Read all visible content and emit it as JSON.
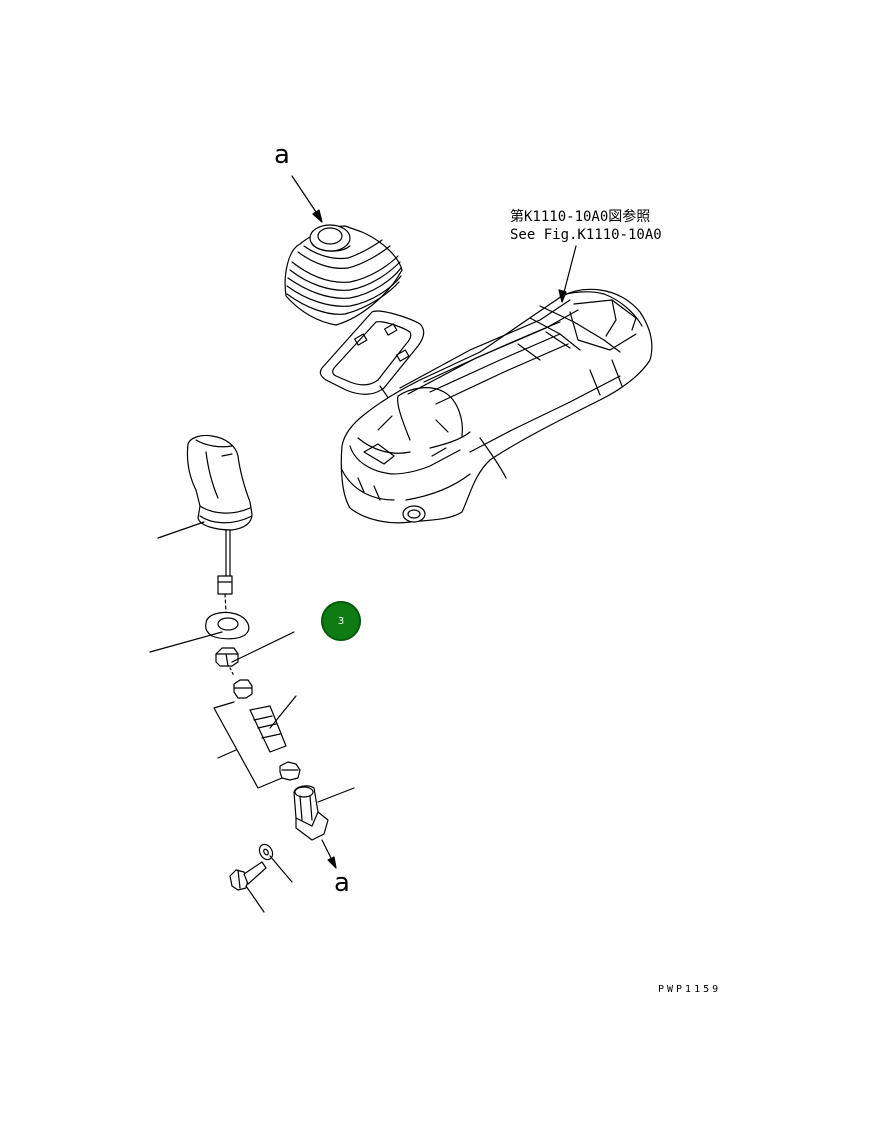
{
  "labels": {
    "top_a": "a",
    "bottom_a": "a"
  },
  "reference": {
    "line1": "第K1110-10A0図参照",
    "line2": "See Fig.K1110-10A0"
  },
  "callout": {
    "number": "3",
    "color": "#0f7c13"
  },
  "drawing_code": "PWP1159"
}
